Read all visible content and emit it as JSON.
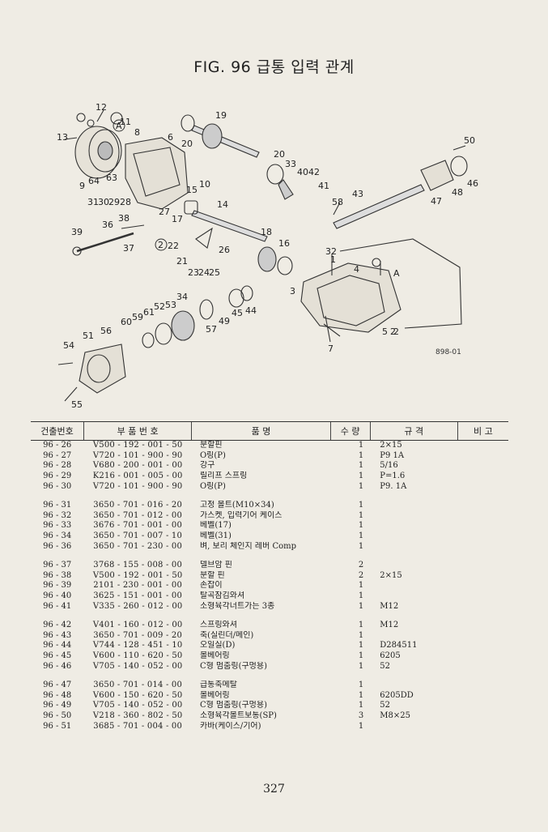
{
  "title": "FIG. 96 급통 입력 관계",
  "diagram": {
    "figure_code": "898-01",
    "callouts": [
      "1",
      "2",
      "3",
      "4",
      "5",
      "6",
      "7",
      "8",
      "9",
      "10",
      "11",
      "12",
      "13",
      "14",
      "15",
      "16",
      "17",
      "18",
      "19",
      "20",
      "20",
      "21",
      "22",
      "23",
      "24",
      "25",
      "26",
      "27",
      "28",
      "29",
      "30",
      "31",
      "32",
      "33",
      "34",
      "36",
      "37",
      "38",
      "39",
      "40",
      "41",
      "42",
      "43",
      "44",
      "45",
      "46",
      "47",
      "48",
      "49",
      "50",
      "51",
      "52",
      "53",
      "54",
      "55",
      "56",
      "57",
      "58",
      "59",
      "60",
      "61",
      "63",
      "64",
      "A",
      "A",
      "2",
      "2"
    ]
  },
  "table": {
    "headers": [
      "건출번호",
      "부 품 번 호",
      "품 명",
      "수 량",
      "규 격",
      "비 고"
    ],
    "groups": [
      [
        {
          "no": "96 - 26",
          "part": "V500 - 192 - 001 - 50",
          "name": "분할핀",
          "qty": "1",
          "spec": "2×15",
          "remark": ""
        },
        {
          "no": "96 - 27",
          "part": "V720 - 101 - 900 - 90",
          "name": "O링(P)",
          "qty": "1",
          "spec": "P9 1A",
          "remark": ""
        },
        {
          "no": "96 - 28",
          "part": "V680 - 200 - 001 - 00",
          "name": "강구",
          "qty": "1",
          "spec": "5/16",
          "remark": ""
        },
        {
          "no": "96 - 29",
          "part": "K216 - 001 - 005 - 00",
          "name": "릴리프 스프링",
          "qty": "1",
          "spec": "P=1.6",
          "remark": ""
        },
        {
          "no": "96 - 30",
          "part": "V720 - 101 - 900 - 90",
          "name": "O링(P)",
          "qty": "1",
          "spec": "P9. 1A",
          "remark": ""
        }
      ],
      [
        {
          "no": "96 - 31",
          "part": "3650 - 701 - 016 - 20",
          "name": "고정 볼트(M10×34)",
          "qty": "1",
          "spec": "",
          "remark": ""
        },
        {
          "no": "96 - 32",
          "part": "3650 - 701 - 012 - 00",
          "name": "가스켓, 입력기어 케이스",
          "qty": "1",
          "spec": "",
          "remark": ""
        },
        {
          "no": "96 - 33",
          "part": "3676 - 701 - 001 - 00",
          "name": "베벨(17)",
          "qty": "1",
          "spec": "",
          "remark": ""
        },
        {
          "no": "96 - 34",
          "part": "3650 - 701 - 007 - 10",
          "name": "베벨(31)",
          "qty": "1",
          "spec": "",
          "remark": ""
        },
        {
          "no": "96 - 36",
          "part": "3650 - 701 - 230 - 00",
          "name": "벼, 보리 체인지 레버 Comp",
          "qty": "1",
          "spec": "",
          "remark": ""
        }
      ],
      [
        {
          "no": "96 - 37",
          "part": "3768 - 155 - 008 - 00",
          "name": "델브암 핀",
          "qty": "2",
          "spec": "",
          "remark": ""
        },
        {
          "no": "96 - 38",
          "part": "V500 - 192 - 001 - 50",
          "name": "분할 핀",
          "qty": "2",
          "spec": "2×15",
          "remark": ""
        },
        {
          "no": "96 - 39",
          "part": "2101 - 230 - 001 - 00",
          "name": "손잡이",
          "qty": "1",
          "spec": "",
          "remark": ""
        },
        {
          "no": "96 - 40",
          "part": "3625 - 151 - 001 - 00",
          "name": "탈곡잠김와셔",
          "qty": "1",
          "spec": "",
          "remark": ""
        },
        {
          "no": "96 - 41",
          "part": "V335 - 260 - 012 - 00",
          "name": "소형육각너트가는 3종",
          "qty": "1",
          "spec": "M12",
          "remark": ""
        }
      ],
      [
        {
          "no": "96 - 42",
          "part": "V401 - 160 - 012 - 00",
          "name": "스프링와셔",
          "qty": "1",
          "spec": "M12",
          "remark": ""
        },
        {
          "no": "96 - 43",
          "part": "3650 - 701 - 009 - 20",
          "name": "축(실린더/메인)",
          "qty": "1",
          "spec": "",
          "remark": ""
        },
        {
          "no": "96 - 44",
          "part": "V744 - 128 - 451 - 10",
          "name": "오일실(D)",
          "qty": "1",
          "spec": "D284511",
          "remark": ""
        },
        {
          "no": "96 - 45",
          "part": "V600 - 110 - 620 - 50",
          "name": "볼베어링",
          "qty": "1",
          "spec": "6205",
          "remark": ""
        },
        {
          "no": "96 - 46",
          "part": "V705 - 140 - 052 - 00",
          "name": "C형 멈춤링(구멍용)",
          "qty": "1",
          "spec": "52",
          "remark": ""
        }
      ],
      [
        {
          "no": "96 - 47",
          "part": "3650 - 701 - 014 - 00",
          "name": "급통축메탈",
          "qty": "1",
          "spec": "",
          "remark": ""
        },
        {
          "no": "96 - 48",
          "part": "V600 - 150 - 620 - 50",
          "name": "볼베어링",
          "qty": "1",
          "spec": "6205DD",
          "remark": ""
        },
        {
          "no": "96 - 49",
          "part": "V705 - 140 - 052 - 00",
          "name": "C형 멈춤링(구멍용)",
          "qty": "1",
          "spec": "52",
          "remark": ""
        },
        {
          "no": "96 - 50",
          "part": "V218 - 360 - 802 - 50",
          "name": "소형육각볼트보통(SP)",
          "qty": "3",
          "spec": "M8×25",
          "remark": ""
        },
        {
          "no": "96 - 51",
          "part": "3685 - 701 - 004 - 00",
          "name": "카바(케이스/기어)",
          "qty": "1",
          "spec": "",
          "remark": ""
        }
      ]
    ]
  },
  "page_number": "327"
}
